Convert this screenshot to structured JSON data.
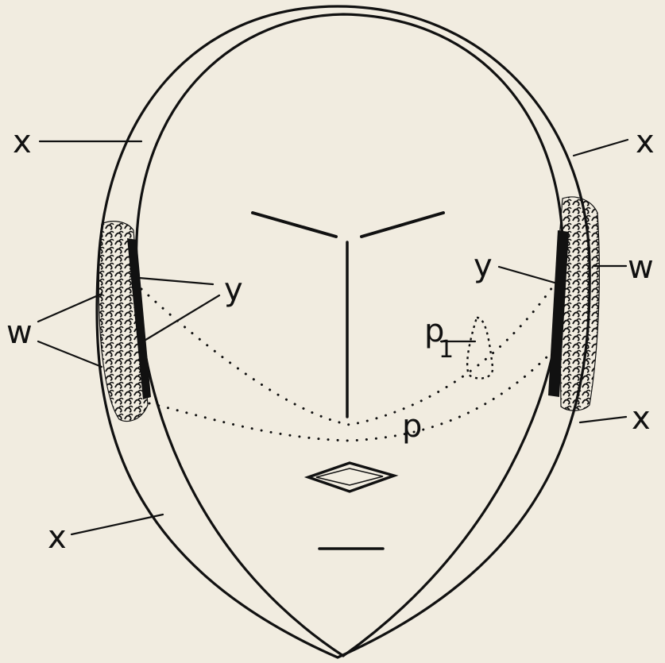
{
  "labels": {
    "x": "x",
    "y": "y",
    "w": "w",
    "p": "p",
    "p_subscript": "1"
  },
  "colors": {
    "ink": "#111111",
    "paper": "#f1ece0"
  }
}
